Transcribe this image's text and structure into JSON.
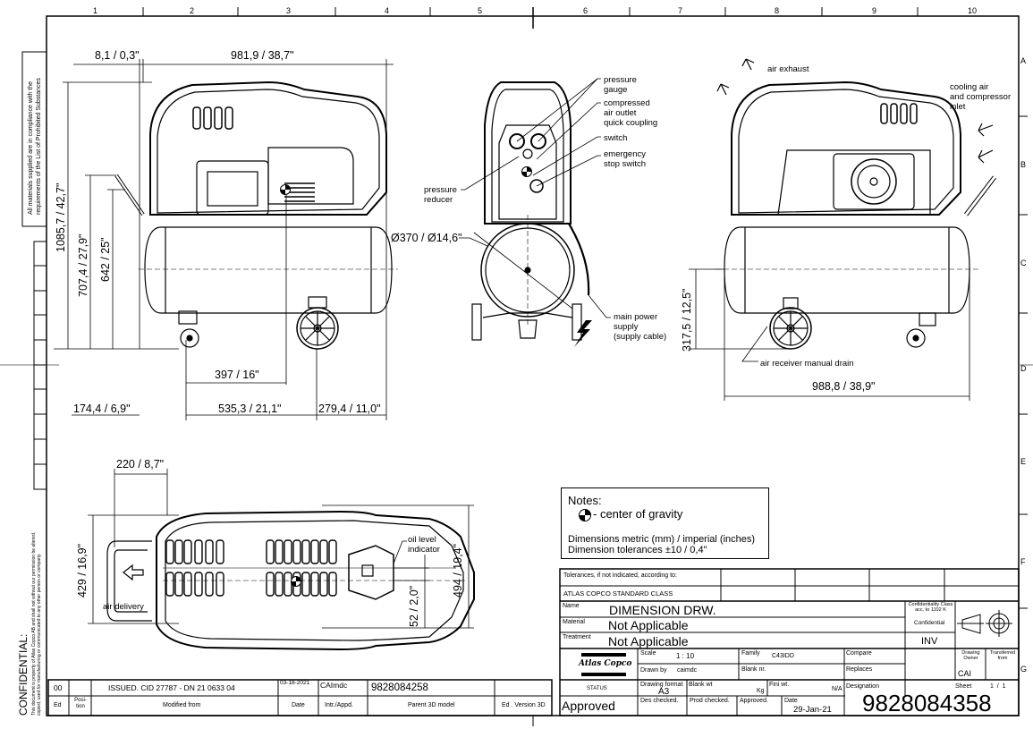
{
  "frame": {
    "columns": [
      "1",
      "2",
      "3",
      "4",
      "5",
      "6",
      "7",
      "8",
      "9",
      "10"
    ],
    "rows": [
      "A",
      "B",
      "C",
      "D",
      "E",
      "F",
      "G"
    ]
  },
  "side_notes": {
    "compliance": [
      "All materials supplied are in compliance with the",
      "requirements of the List of Prohibited Substances"
    ],
    "confidential_title": "CONFIDENTIAL:",
    "confidential_text": [
      "This document is property of Atlas Copco AB and shall not without our permission be altered,",
      "copied, used for manufacturing or communicated to any other person or company."
    ]
  },
  "side_view_left": {
    "dims": {
      "offset_top": "8,1 / 0,3\"",
      "overall_length": "981,9 / 38,7\"",
      "overall_height": "1085,7 / 42,7\"",
      "handle_height": "707,4 / 27,9\"",
      "handle_base_height": "642 / 25\"",
      "cog_x": "397 / 16\"",
      "left_offset": "174,4 / 6,9\"",
      "wheelbase": "535,3 / 21,1\"",
      "right_offset": "279,4 / 11,0\""
    }
  },
  "front_view": {
    "callouts": {
      "pressure_gauge": "pressure\ngauge",
      "air_outlet": "compressed\nair outlet\nquick coupling",
      "switch": "switch",
      "emergency_stop": "emergency\nstop switch",
      "pressure_reducer": "pressure\nreducer",
      "main_power": "main power\nsupply\n(supply cable)"
    },
    "tank_diameter": "Ø370 / Ø14,6\""
  },
  "side_view_right": {
    "callouts": {
      "air_exhaust": "air exhaust",
      "cooling_air": "cooling air\nand compressor\ninlet",
      "manual_drain": "air receiver manual drain"
    },
    "dims": {
      "outlet_height": "317,5 / 12,5\"",
      "overall_length": "988,8 / 38,9\""
    }
  },
  "top_view": {
    "callouts": {
      "air_delivery": "air delivery",
      "oil_level": "oil level\nindicator"
    },
    "dims": {
      "handle_length": "220 / 8,7\"",
      "body_width": "429 / 16,9\"",
      "cog_offset": "52 / 2,0\"",
      "overall_width": "494 / 19,4\""
    }
  },
  "notes": {
    "title": "Notes:",
    "cog": "- center of gravity",
    "line1": "Dimensions metric (mm) / imperial (inches)",
    "line2": "Dimension tolerances ±10 / 0,4\""
  },
  "title_block": {
    "tolerances_label": "Tolerances, if not indicated, according to:",
    "standard_class": "ATLAS COPCO STANDARD CLASS",
    "name_label": "Name",
    "name_value": "DIMENSION DRW.",
    "material_label": "Material",
    "material_value": "Not Applicable",
    "treatment_label": "Treatment",
    "treatment_value": "Not Applicable",
    "conf_class_label": "Confidentiality Class\nacc. to 1102 K",
    "conf_class_value": "Confidential",
    "inv": "INV",
    "logo_text": "Atlas Copco",
    "status_label": "STATUS",
    "status_value": "Approved",
    "scale_label": "Scale",
    "scale_value": "1 : 10",
    "family_label": "Family",
    "family_value": "C43IDD",
    "compare_label": "Compare",
    "drawn_by_label": "Drawn by",
    "drawn_by_value": "caimdc",
    "blank_nr_label": "Blank nr.",
    "replaces_label": "Replaces",
    "drawing_owner_label": "Drawing\nOwner",
    "drawing_owner_value": "CAI",
    "transferred_label": "Transferred\nfrom",
    "format_label": "Drawing format",
    "format_value": "A3",
    "blank_wt_label": "Blank wt",
    "blank_wt_unit": "Kg",
    "fini_wt_label": "Fini wt.",
    "fini_wt_value": "N/A",
    "designation_label": "Designation",
    "sheet_label": "Sheet",
    "sheet_value": "1  /  1",
    "designation_value": "9828084358",
    "des_checked_label": "Des checked.",
    "prod_checked_label": "Prod checked.",
    "approved_label": "Approved.",
    "date_label": "Date",
    "date_value": "29-Jan-21"
  },
  "revision_block": {
    "row": {
      "ed": "00",
      "position": "",
      "modified_from": "ISSUED. CID 27787 - DN 21 0633 04",
      "date": "03-18-2021",
      "intr_appd": "CAImdc",
      "parent_model": "9828084258",
      "ed_version": ""
    },
    "headers": {
      "ed": "Ed",
      "position": "Posi-\ntion",
      "modified_from": "Modified from",
      "date": "Date",
      "intr_appd": "Intr./Appd.",
      "parent_model": "Parent 3D model",
      "ed_version": "Ed . Version 3D"
    }
  }
}
